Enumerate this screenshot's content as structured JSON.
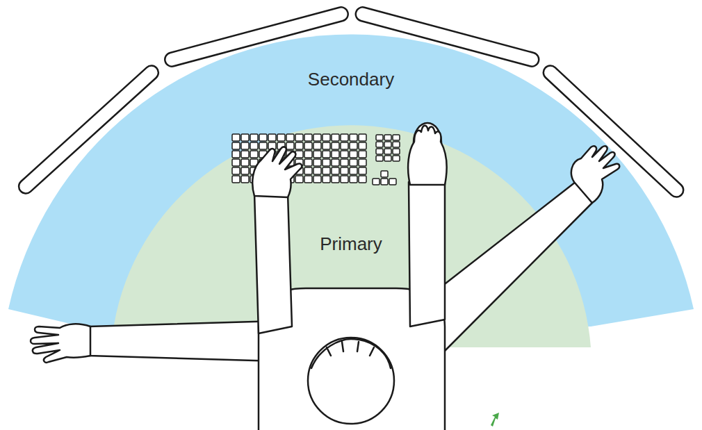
{
  "diagram": {
    "nodes": [
      {
        "text": [
          "Secondary"
        ]
      },
      {
        "text": [
          "Primary"
        ],
        "in": 0
      }
    ]
  }
}
